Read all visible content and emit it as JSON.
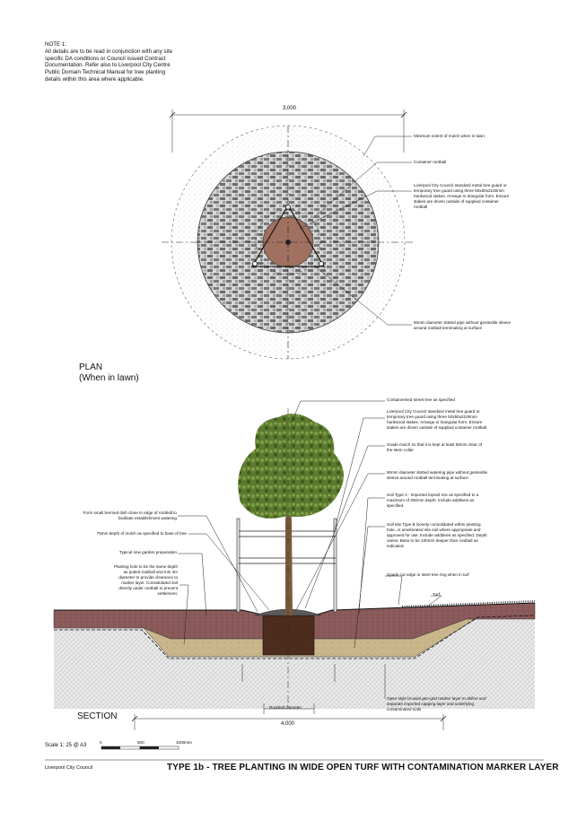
{
  "note": "NOTE 1:\nAll details are to be read in conjunction with any site\nspecific DA conditions or Council issued Contract\nDocumentation. Refer also to Liverpool City Centre\nPublic Domain Technical Manual for tree planting\ndetails within this area where applicable.",
  "plan": {
    "title": "PLAN\n(When in lawn)",
    "dimension": "3,000",
    "callouts": [
      "Minimum extent of mulch when in lawn",
      "Container rootball",
      "Liverpool City Council standard metal tree guard or\ntemporary tree guard using three 50x50x2100mm\nhardwood stakes. Arrange in triangular form. Ensure\nstakes are driven outside of supplied container\nrootball",
      "50mm diameter slotted pipe without geotextile sleeve\naround rootball terminating at surface"
    ]
  },
  "section": {
    "title": "SECTION",
    "rootball_label": "Rootball diameter",
    "dimension": "4,000",
    "right_callouts": [
      "Containerised street tree as specified",
      "Liverpool City Council standard metal tree guard or\ntemporary tree guard using three 50x50x2100mm\nhardwood stakes. Arrange in triangular form. Ensure\nstakes are driven outside of supplied container rootball",
      "Grade mulch so that it is kept at least 50mm clear of\nthe stem collar",
      "50mm diameter slotted watering pipe without geotextile\nsleeve around rootball terminating at surface",
      "Soil Type A - Imported topsoil mix as specified to a\nmaximum of 300mm depth. Include additives as\nspecified.",
      "Soil Mix Type B loosely consolidated within planting\nhole, or ameliorated site soil where appropriate and\napproved for use. Include additives as specified. Depth\nvaries. Base to be 100mm deeper than rootball as\nindicated.",
      "Spade cut edge or steel tree ring when in turf",
      "Turf",
      "Open style bi-axial geo-grid marker layer to define and\nseparate imported capping layer and underlying\ncontaminated soils"
    ],
    "left_callouts": [
      "Form small bermed dish close to edge of rootball to\nfacilitate establishment watering",
      "75mm depth of mulch as specified to base of tree",
      "Typical new garden preparation",
      "Planting hole to be the same depth\nas potted rootball and min 4m\ndiameter to provide clearance to\nmarker layer. Consolidated soil\ndirectly under rootball to prevent\nsettlement."
    ]
  },
  "scale": {
    "label": "Scale 1: 25 @ A3",
    "ticks": [
      "0",
      "500",
      "1000mm"
    ]
  },
  "footer": {
    "left": "Liverpool City Council",
    "title": "TYPE 1b - TREE PLANTING IN WIDE OPEN TURF WITH CONTAMINATION MARKER LAYER"
  }
}
